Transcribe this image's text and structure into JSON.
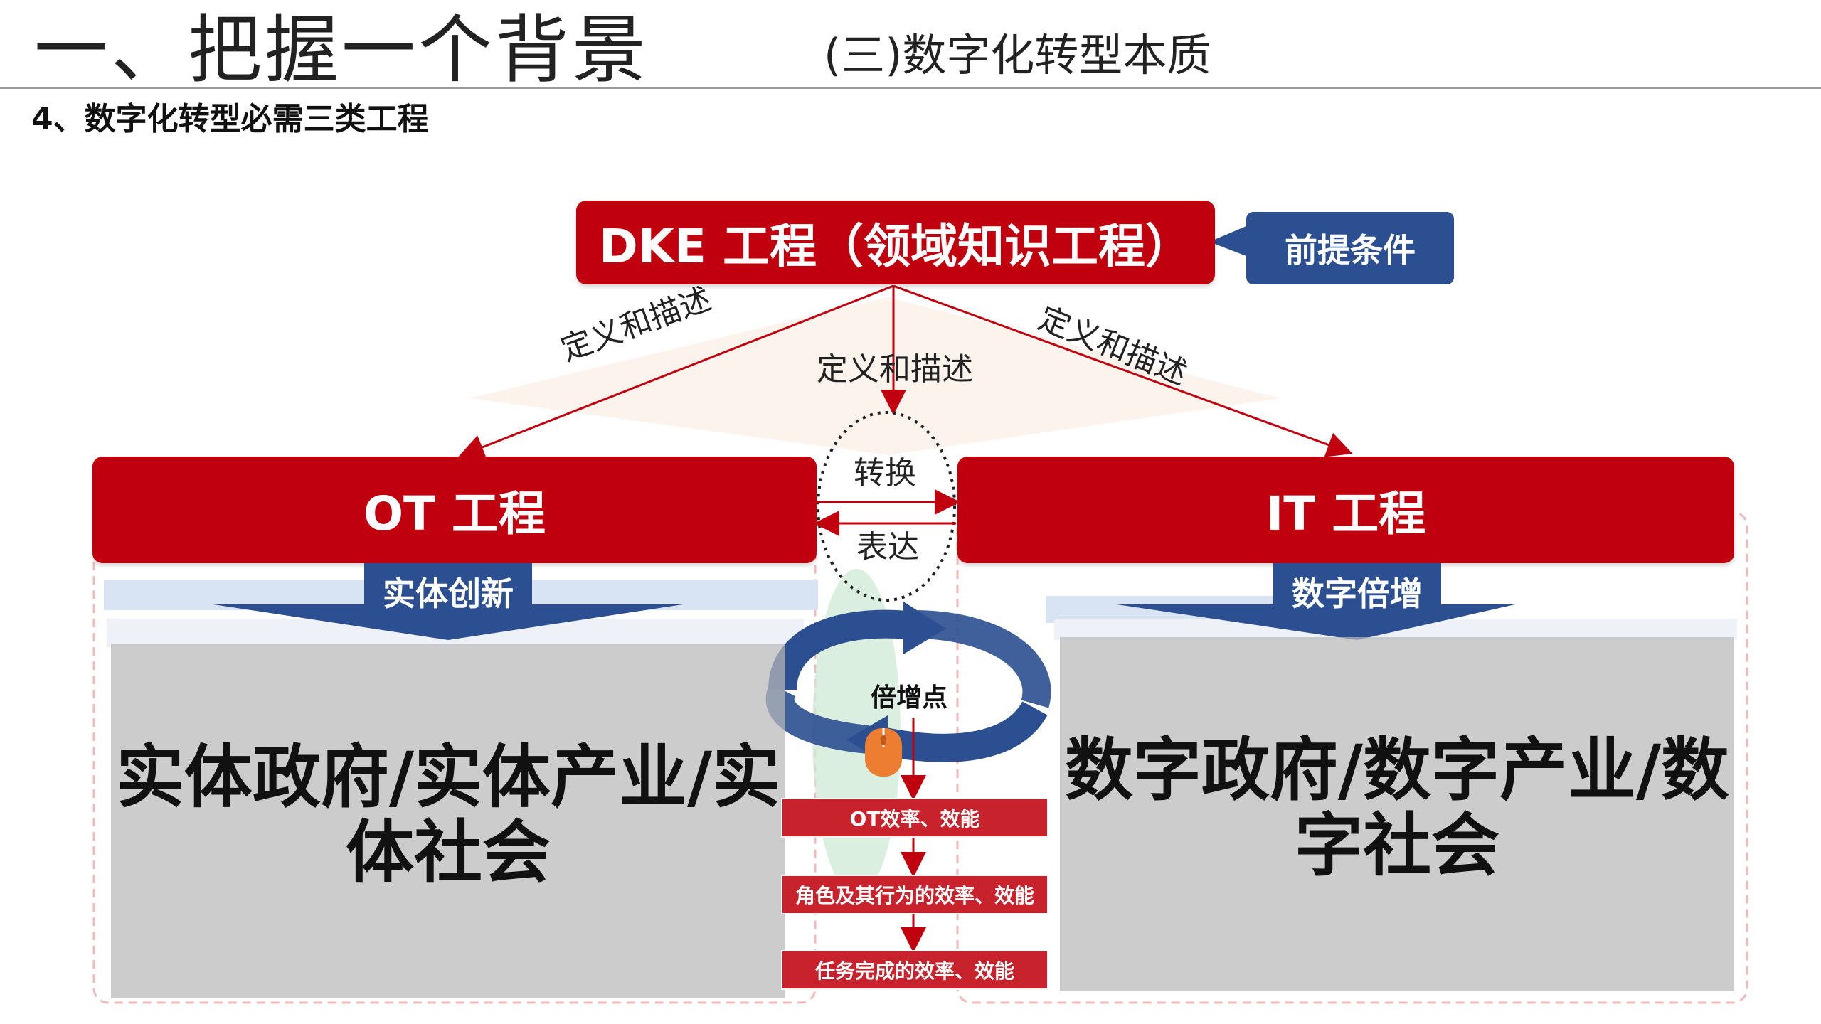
{
  "header": {
    "title": "一、把握一个背景",
    "subtitle": "(三)数字化转型本质",
    "section": "4、数字化转型必需三类工程"
  },
  "diagram": {
    "dke_box": "DKE 工程（领域知识工程）",
    "precondition_callout": "前提条件",
    "define_label_left": "定义和描述",
    "define_label_center": "定义和描述",
    "define_label_right": "定义和描述",
    "ot_box": "OT 工程",
    "it_box": "IT 工程",
    "convert_label": "转换",
    "express_label": "表达",
    "ot_tag": "实体创新",
    "it_tag": "数字倍增",
    "ot_result": "实体政府/实体产业/实体社会",
    "it_result": "数字政府/数字产业/数字社会",
    "multiplier_point": "倍增点",
    "efficiency_bars": [
      "OT效率、效能",
      "角色及其行为的效率、效能",
      "任务完成的效率、效能"
    ]
  },
  "colors": {
    "red": "#c0000f",
    "blue": "#2b4f91",
    "panel_gray": "#b9b9b9",
    "orange": "#ed7d31"
  }
}
